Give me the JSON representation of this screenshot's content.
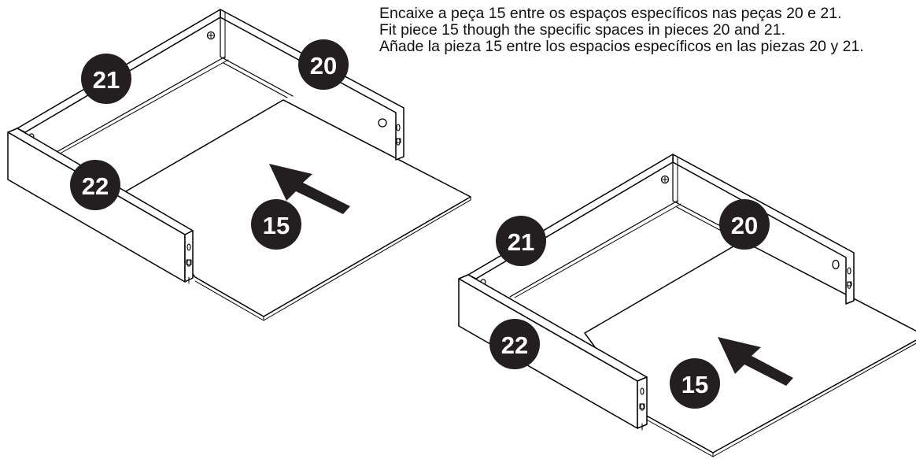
{
  "instructions": {
    "portuguese": "Encaixe a peça 15 entre os espaços específicos nas peças 20 e 21.",
    "english": "Fit piece 15 though the specific spaces in pieces 20 and 21.",
    "spanish": "Añade la pieza 15 entre los espacios específicos en las piezas 20 y 21."
  },
  "diagram_left": {
    "labels": {
      "p21": "21",
      "p20": "20",
      "p22": "22",
      "p15": "15"
    }
  },
  "diagram_right": {
    "labels": {
      "p21": "21",
      "p20": "20",
      "p22": "22",
      "p15": "15"
    }
  },
  "colors": {
    "line": "#000000",
    "badge": "#231f20",
    "badge_text": "#ffffff",
    "background": "#ffffff"
  },
  "icons": {
    "arrow": "insertion-arrow-icon",
    "screw": "screw-icon",
    "dowel": "dowel-icon",
    "hole": "hole-icon"
  }
}
